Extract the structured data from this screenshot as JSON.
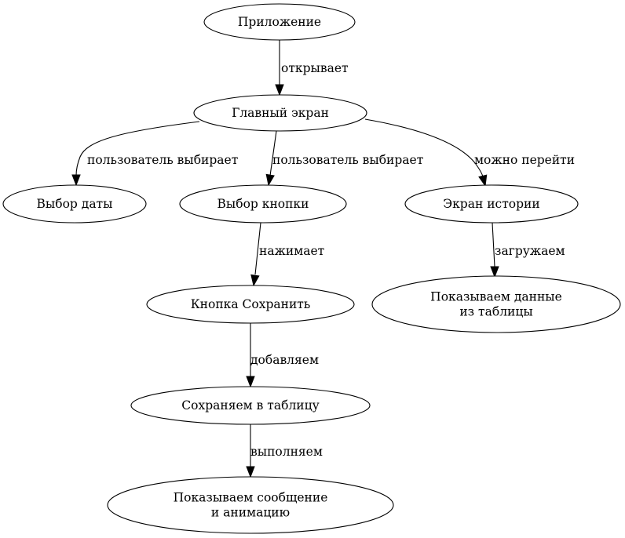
{
  "diagram": {
    "type": "flowchart",
    "nodes": [
      {
        "id": "app",
        "lines": [
          "Приложение"
        ]
      },
      {
        "id": "main",
        "lines": [
          "Главный экран"
        ]
      },
      {
        "id": "date",
        "lines": [
          "Выбор даты"
        ]
      },
      {
        "id": "button",
        "lines": [
          "Выбор кнопки"
        ]
      },
      {
        "id": "history",
        "lines": [
          "Экран истории"
        ]
      },
      {
        "id": "save_btn",
        "lines": [
          "Кнопка Сохранить"
        ]
      },
      {
        "id": "show_data",
        "lines": [
          "Показываем данные",
          "из таблицы"
        ]
      },
      {
        "id": "save_table",
        "lines": [
          "Сохраняем в таблицу"
        ]
      },
      {
        "id": "show_msg",
        "lines": [
          "Показываем сообщение",
          "и анимацию"
        ]
      }
    ],
    "edges": [
      {
        "from": "app",
        "to": "main",
        "label": "открывает"
      },
      {
        "from": "main",
        "to": "date",
        "label": "пользователь выбирает"
      },
      {
        "from": "main",
        "to": "button",
        "label": "пользователь выбирает"
      },
      {
        "from": "main",
        "to": "history",
        "label": "можно перейти"
      },
      {
        "from": "button",
        "to": "save_btn",
        "label": "нажимает"
      },
      {
        "from": "history",
        "to": "show_data",
        "label": "загружаем"
      },
      {
        "from": "save_btn",
        "to": "save_table",
        "label": "добавляем"
      },
      {
        "from": "save_table",
        "to": "show_msg",
        "label": "выполняем"
      }
    ]
  }
}
